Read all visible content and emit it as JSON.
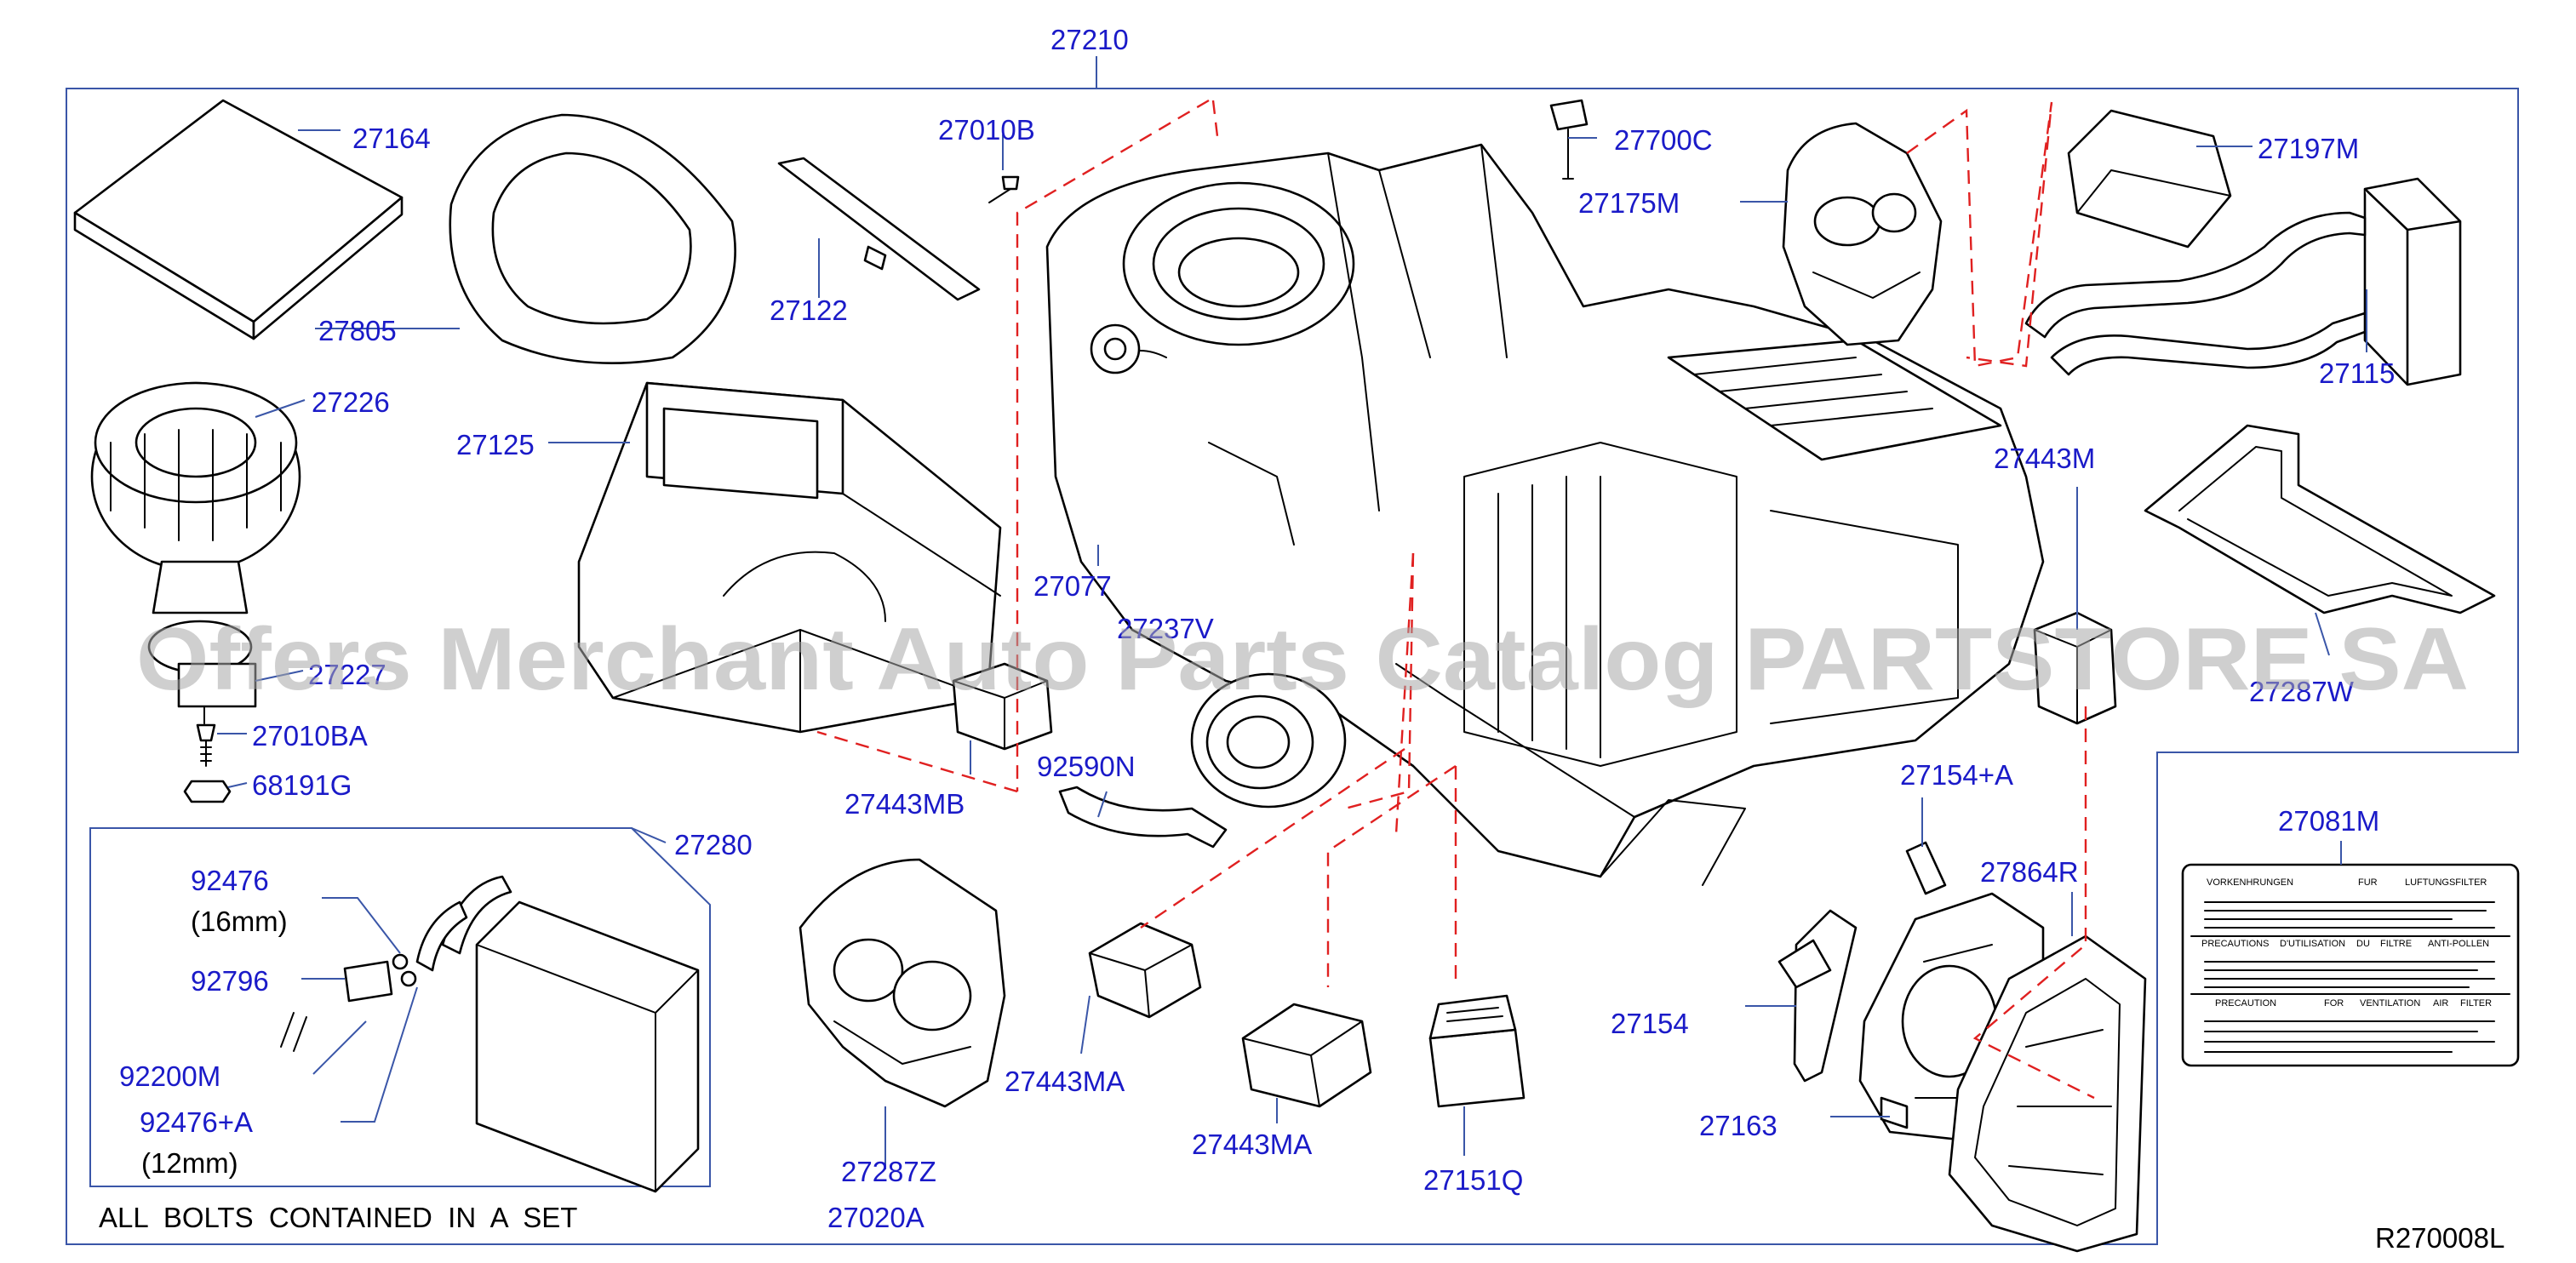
{
  "diagram": {
    "main_part": "27210",
    "reference_code": "R270008L",
    "watermark": "Offers Merchant Auto Parts Catalog PARTSTORE SA",
    "evaporator_kit_note": "ALL  BOLTS  CONTAINED  IN  A  SET",
    "part_labels": {
      "p27164": "27164",
      "p27805": "27805",
      "p27226": "27226",
      "p27125": "27125",
      "p27227": "27227",
      "p27010BA": "27010BA",
      "p68191G": "68191G",
      "p27010B": "27010B",
      "p27122": "27122",
      "p27077": "27077",
      "p27237V": "27237V",
      "p27443MB": "27443MB",
      "p92590N": "92590N",
      "p27700C": "27700C",
      "p27175M": "27175M",
      "p27197M": "27197M",
      "p27115": "27115",
      "p27443M": "27443M",
      "p27287W": "27287W",
      "p27154A": "27154+A",
      "p27864R": "27864R",
      "p27154": "27154",
      "p27163": "27163",
      "p27081M": "27081M",
      "p27280": "27280",
      "p92476": "92476",
      "p92476_size": "(16mm)",
      "p92796": "92796",
      "p92200M": "92200M",
      "p92476A": "92476+A",
      "p92476A_size": "(12mm)",
      "p27287Z": "27287Z",
      "p27020A": "27020A",
      "p27443MA_1": "27443MA",
      "p27443MA_2": "27443MA",
      "p27151Q": "27151Q"
    },
    "filter_label": {
      "row1": [
        "VORKENHRUNGEN",
        "FUR",
        "LUFTUNGSFILTER"
      ],
      "row2": [
        "PRECAUTIONS",
        "D'UTILISATION",
        "DU",
        "FILTRE",
        "ANTI-POLLEN"
      ],
      "row3": [
        "PRECAUTION",
        "FOR",
        "VENTILATION",
        "AIR",
        "FILTER"
      ]
    }
  }
}
